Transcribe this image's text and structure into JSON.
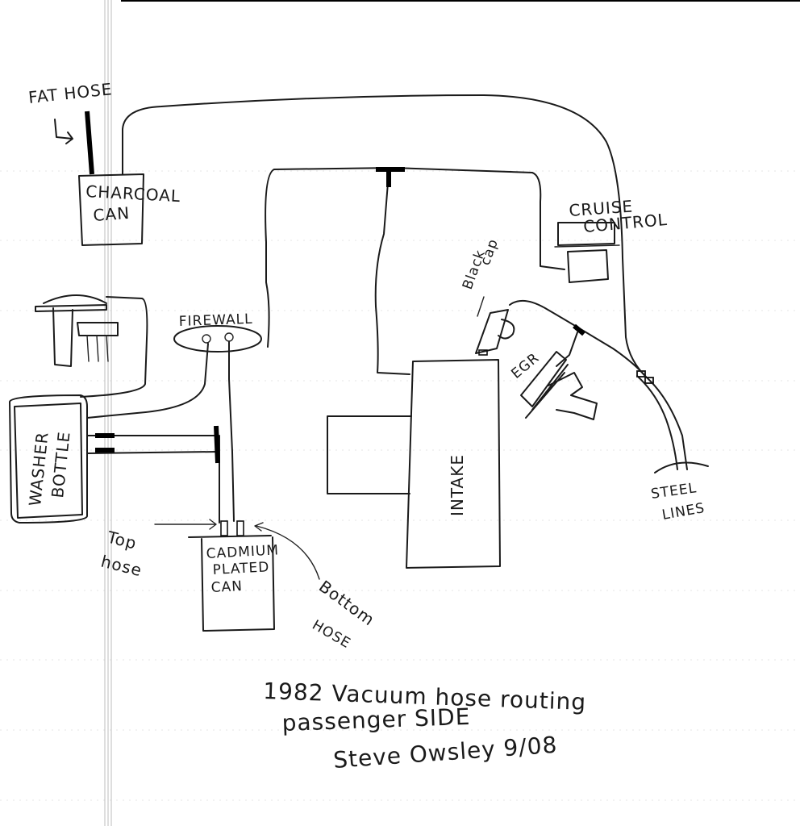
{
  "labels": {
    "fat_hose": "FAT HOSE",
    "charcoal": "CHARCOAL",
    "can": "CAN",
    "cruise": "CRUISE",
    "control": "CONTROL",
    "black_cap_1": "Black",
    "black_cap_2": "cap",
    "firewall": "FIREWALL",
    "egr": "EGR",
    "washer": "WASHER",
    "bottle": "BOTTLE",
    "intake": "INTAKE",
    "steel": "STEEL",
    "lines": "LINES",
    "top": "Top",
    "hose": "hose",
    "cadmium": "CADMIUM",
    "plated": "PLATED",
    "can2": "CAN",
    "bottom": "Bottom",
    "hose2": "HOSE"
  },
  "caption": {
    "title": "1982 Vacuum hose routing",
    "subtitle": "passenger SIDE",
    "signature": "Steve Owsley 9/08"
  }
}
